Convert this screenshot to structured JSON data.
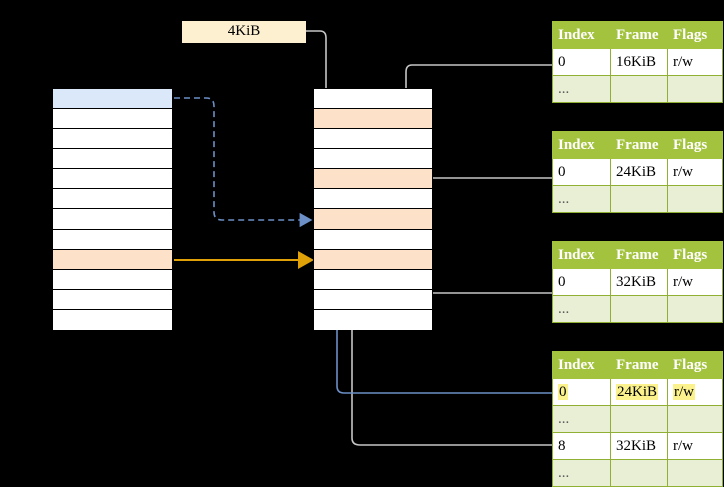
{
  "diagram": {
    "title": "page-table-translation-diagram",
    "size_label": "4KiB",
    "colors": {
      "header_green": "#a3c33f",
      "ellipsis_row": "#e9efd5",
      "highlight_yellow": "#fbf28d",
      "blue_cell": "#dbe8fa",
      "orange_cell": "#fde1c8",
      "blue_arrow": "#6b8fc6",
      "orange_arrow": "#e0a008",
      "gray_wire": "#bdbdbd",
      "label_bg": "#fcf0d0"
    }
  },
  "left_column": {
    "name": "virtual-address-space",
    "cells": [
      {
        "index": 0,
        "fill": "blue"
      },
      {
        "index": 1,
        "fill": "white"
      },
      {
        "index": 2,
        "fill": "white"
      },
      {
        "index": 3,
        "fill": "white"
      },
      {
        "index": 4,
        "fill": "white"
      },
      {
        "index": 5,
        "fill": "white"
      },
      {
        "index": 6,
        "fill": "white"
      },
      {
        "index": 7,
        "fill": "white"
      },
      {
        "index": 8,
        "fill": "orange"
      },
      {
        "index": 9,
        "fill": "white"
      },
      {
        "index": 10,
        "fill": "white"
      },
      {
        "index": 11,
        "fill": "white"
      }
    ]
  },
  "middle_column": {
    "name": "physical-memory",
    "cells": [
      {
        "index": 0,
        "fill": "white"
      },
      {
        "index": 1,
        "fill": "orange"
      },
      {
        "index": 2,
        "fill": "white"
      },
      {
        "index": 3,
        "fill": "white"
      },
      {
        "index": 4,
        "fill": "orange"
      },
      {
        "index": 5,
        "fill": "white"
      },
      {
        "index": 6,
        "fill": "orange"
      },
      {
        "index": 7,
        "fill": "white"
      },
      {
        "index": 8,
        "fill": "orange"
      },
      {
        "index": 9,
        "fill": "white"
      },
      {
        "index": 10,
        "fill": "white"
      },
      {
        "index": 11,
        "fill": "white"
      }
    ]
  },
  "tables": [
    {
      "name": "page-table-level-1",
      "headers": [
        "Index",
        "Frame",
        "Flags"
      ],
      "rows": [
        {
          "kind": "data",
          "cells": [
            "0",
            "16KiB",
            "r/w"
          ],
          "highlight": false
        },
        {
          "kind": "ellipsis",
          "cells": [
            "...",
            "",
            ""
          ],
          "highlight": false
        }
      ]
    },
    {
      "name": "page-table-level-2",
      "headers": [
        "Index",
        "Frame",
        "Flags"
      ],
      "rows": [
        {
          "kind": "data",
          "cells": [
            "0",
            "24KiB",
            "r/w"
          ],
          "highlight": false
        },
        {
          "kind": "ellipsis",
          "cells": [
            "...",
            "",
            ""
          ],
          "highlight": false
        }
      ]
    },
    {
      "name": "page-table-level-3",
      "headers": [
        "Index",
        "Frame",
        "Flags"
      ],
      "rows": [
        {
          "kind": "data",
          "cells": [
            "0",
            "32KiB",
            "r/w"
          ],
          "highlight": false
        },
        {
          "kind": "ellipsis",
          "cells": [
            "...",
            "",
            ""
          ],
          "highlight": false
        }
      ]
    },
    {
      "name": "page-table-level-4",
      "headers": [
        "Index",
        "Frame",
        "Flags"
      ],
      "rows": [
        {
          "kind": "data",
          "cells": [
            "0",
            "24KiB",
            "r/w"
          ],
          "highlight": true
        },
        {
          "kind": "ellipsis",
          "cells": [
            "...",
            "",
            ""
          ],
          "highlight": false
        },
        {
          "kind": "data",
          "cells": [
            "8",
            "32KiB",
            "r/w"
          ],
          "highlight": false
        },
        {
          "kind": "ellipsis",
          "cells": [
            "...",
            "",
            ""
          ],
          "highlight": false
        }
      ]
    }
  ]
}
